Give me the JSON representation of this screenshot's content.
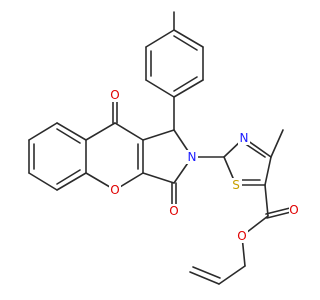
{
  "molecule": {
    "atoms": {
      "o_ketone": {
        "text": "O",
        "color": "#e00000"
      },
      "o_ring": {
        "text": "O",
        "color": "#e00000"
      },
      "o_lactam": {
        "text": "O",
        "color": "#e00000"
      },
      "n_pyrrole": {
        "text": "N",
        "color": "#1a1aff"
      },
      "n_thiazole": {
        "text": "N",
        "color": "#1a1aff"
      },
      "s_thiazole": {
        "text": "S",
        "color": "#c8a000"
      },
      "o_ester_carbonyl": {
        "text": "O",
        "color": "#e00000"
      },
      "o_ester": {
        "text": "O",
        "color": "#e00000"
      }
    },
    "bond_color": "#2b2b2b"
  }
}
